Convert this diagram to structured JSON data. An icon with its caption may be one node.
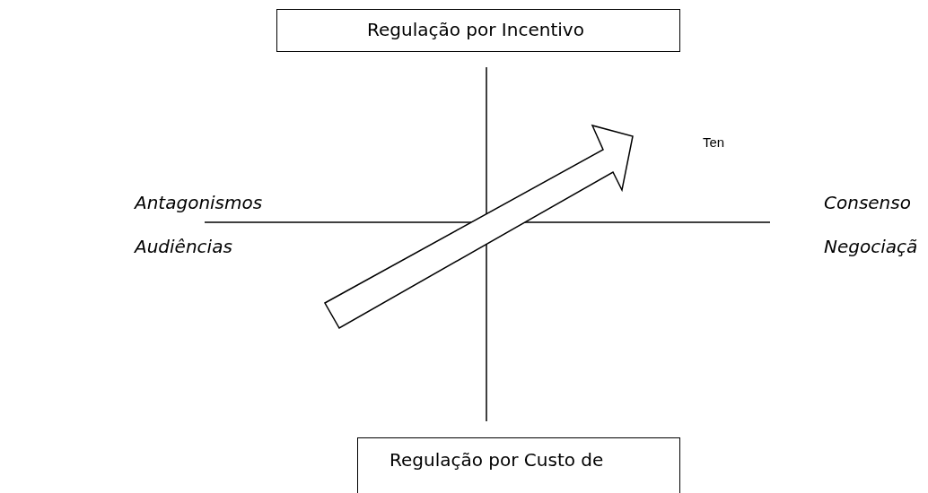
{
  "diagram": {
    "nodes": [
      {
        "text": [
          "Regulação por Incentivo"
        ]
      },
      {
        "text": [
          "Regulação por Custo de"
        ]
      }
    ],
    "labels": [
      "Ten",
      "Antagonismos",
      "Consenso",
      "Audiências",
      "Negociaçã"
    ]
  }
}
